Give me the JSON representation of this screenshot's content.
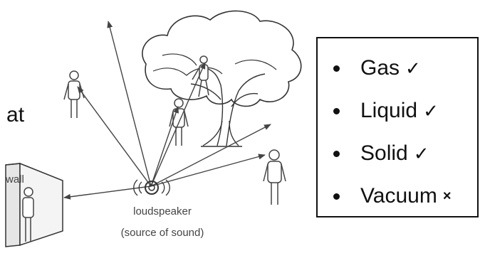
{
  "partial_text": {
    "line1": ".",
    "line2": "d at"
  },
  "diagram": {
    "wall_label": "wall",
    "source_label_line1": "loudspeaker",
    "source_label_line2": "(source of sound)"
  },
  "media": {
    "items": [
      {
        "name": "Gas",
        "mark": "✓",
        "mark_icon": "check-icon"
      },
      {
        "name": "Liquid",
        "mark": "✓",
        "mark_icon": "check-icon"
      },
      {
        "name": "Solid",
        "mark": "✓",
        "mark_icon": "check-icon"
      },
      {
        "name": "Vacuum",
        "mark": "×",
        "mark_icon": "cross-icon"
      }
    ]
  }
}
